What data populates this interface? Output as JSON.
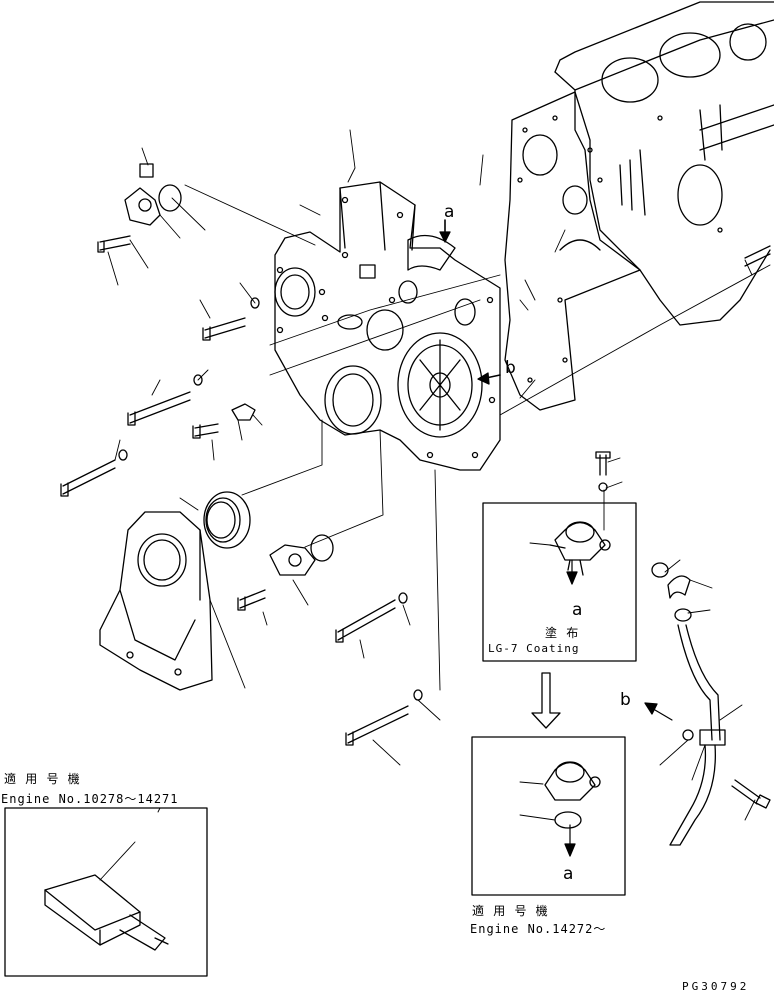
{
  "callouts": {
    "a_main": "a",
    "b_main": "b",
    "a_detail1": "a",
    "a_detail2": "a",
    "b_hose": "b"
  },
  "detail1": {
    "coating_jp": "塗 布",
    "coating_en": "LG-7 Coating"
  },
  "serial_old": {
    "label_jp": "適 用 号 機",
    "engine_range": "Engine No.10278～14271"
  },
  "serial_new": {
    "label_jp": "適 用 号 機",
    "engine_range": "Engine No.14272～"
  },
  "drawing_code": "PG30792",
  "colors": {
    "line": "#000000",
    "background": "#ffffff"
  }
}
